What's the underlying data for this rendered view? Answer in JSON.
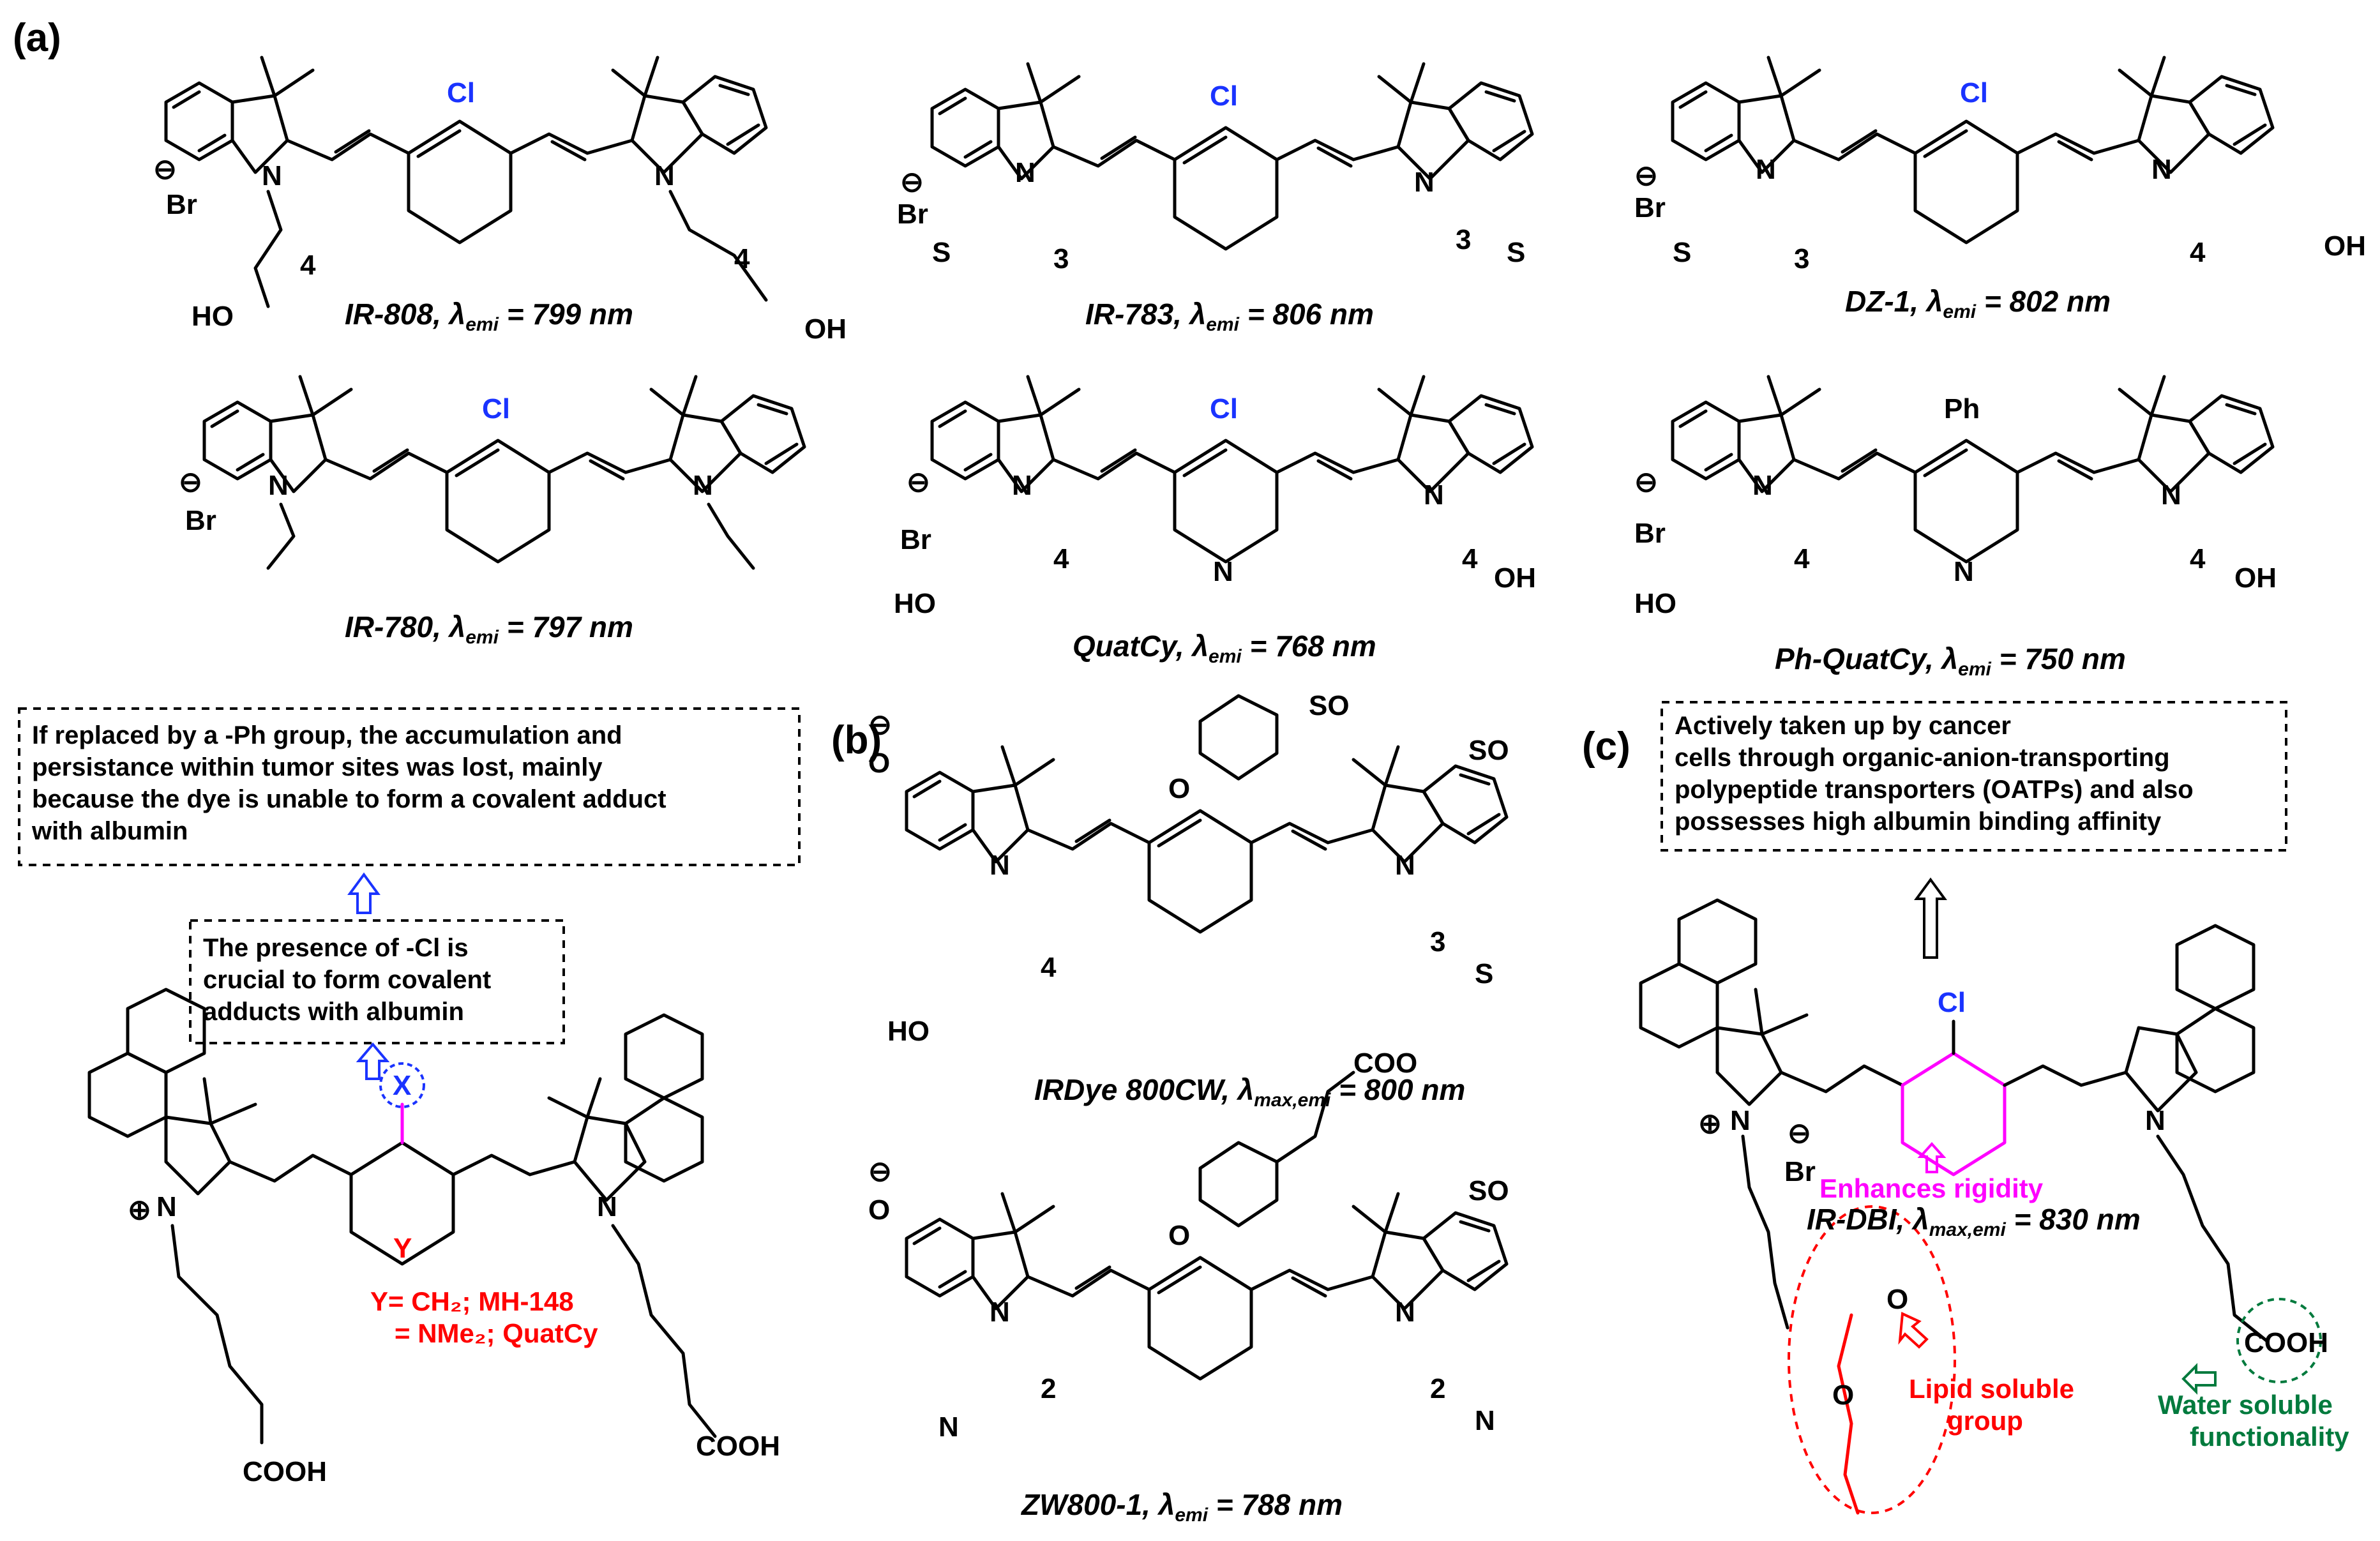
{
  "panels": {
    "a": "(a)",
    "b": "(b)",
    "c": "(c)"
  },
  "compounds": {
    "ir808": {
      "name": "IR-808",
      "lambda": "λ",
      "sub": "emi",
      "value": " = 799 nm"
    },
    "ir783": {
      "name": "IR-783",
      "lambda": "λ",
      "sub": "emi",
      "value": " = 806 nm"
    },
    "dz1": {
      "name": "DZ-1",
      "lambda": "λ",
      "sub": "emi",
      "value": " = 802 nm"
    },
    "ir780": {
      "name": "IR-780",
      "lambda": "λ",
      "sub": "emi",
      "value": " = 797 nm"
    },
    "quatcy": {
      "name": "QuatCy",
      "lambda": "λ",
      "sub": "emi",
      "value": " = 768 nm"
    },
    "phquatcy": {
      "name": "Ph-QuatCy",
      "lambda": "λ",
      "sub": "emi",
      "value": " = 750 nm"
    },
    "irdye": {
      "name": "IRDye 800CW",
      "lambda": "λ",
      "sub": "max,emi",
      "value": " = 800 nm"
    },
    "zw800": {
      "name": "ZW800-1",
      "lambda": "λ",
      "sub": "emi",
      "value": " = 788 nm"
    },
    "irdbi": {
      "name": "IR-DBI",
      "lambda": "λ",
      "sub": "max,emi",
      "value": " = 830 nm"
    }
  },
  "atoms": {
    "cl": "Cl",
    "br": "Br",
    "n": "N",
    "ho": "HO",
    "oh": "OH",
    "o": "O",
    "s": "S",
    "ph": "Ph",
    "x": "X",
    "y": "Y",
    "so3": "SO",
    "o3s": "O",
    "cooh": "COOH",
    "coo": "COO",
    "minus": "⊖",
    "plus": "⊕",
    "n4": "4",
    "n3": "3",
    "n2": "2"
  },
  "notes": {
    "box_ph": [
      "If replaced by a -Ph group, the accumulation and",
      "persistance within tumor sites was lost, mainly",
      "because the dye is unable to form a covalent adduct",
      "with albumin"
    ],
    "box_cl": [
      "The presence of -Cl is",
      "crucial to form covalent",
      "adducts with albumin"
    ],
    "box_oatp": [
      "Actively taken up by cancer",
      "cells through organic-anion-transporting",
      "polypeptide transporters (OATPs) and also",
      "possesses high albumin binding affinity"
    ],
    "y_line1": "Y= CH₂; MH-148",
    "y_line2": "= NMe₂; QuatCy",
    "rigidity": "Enhances rigidity",
    "water1": "Water soluble",
    "water2": "functionality",
    "lipid1": "Lipid soluble",
    "lipid2": "group"
  },
  "colors": {
    "blue": "#1a33ff",
    "red": "#ff0000",
    "pink": "#ff00ff",
    "green": "#007a3d"
  }
}
